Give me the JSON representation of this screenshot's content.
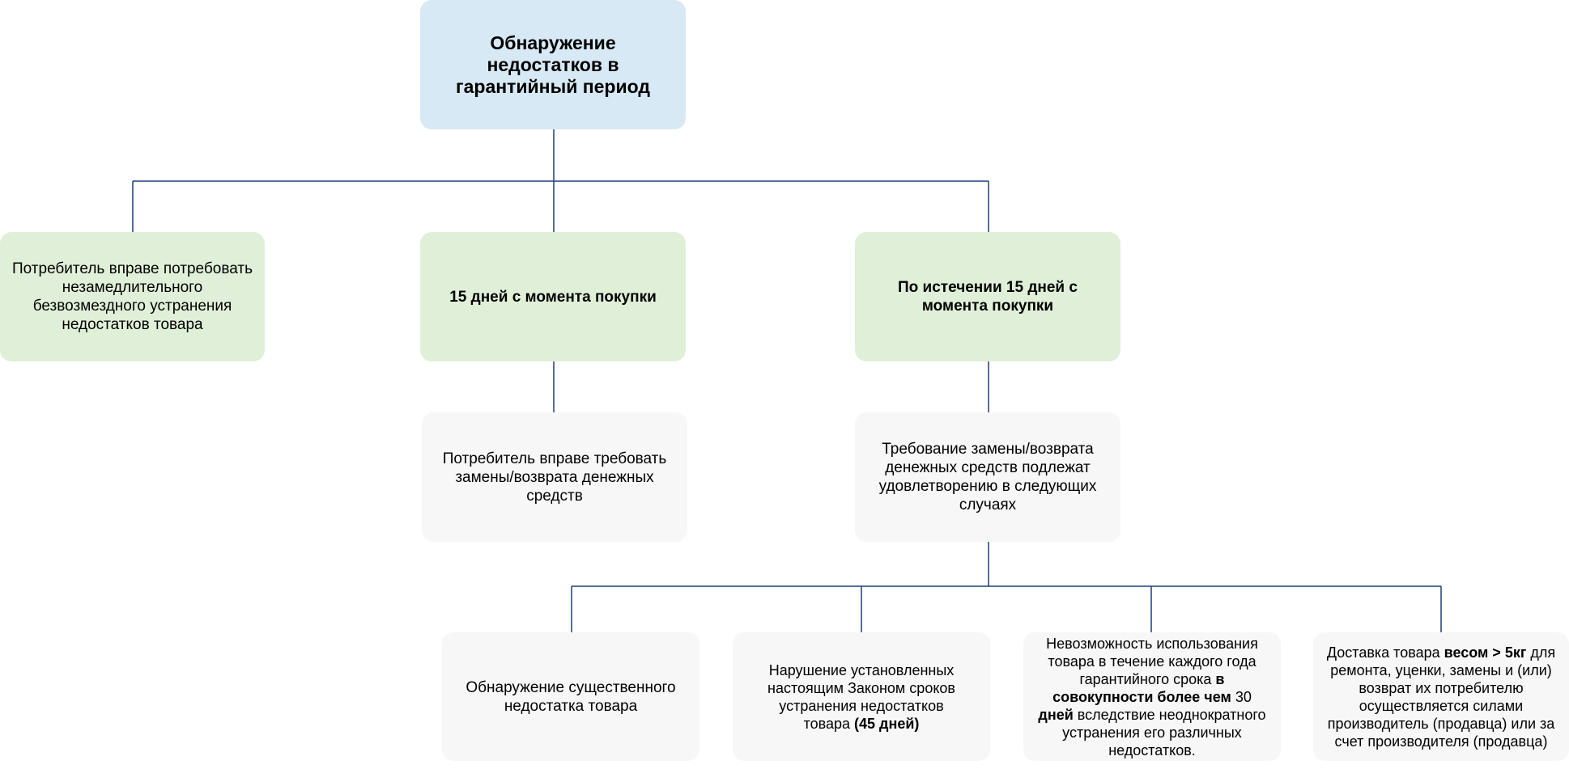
{
  "root": {
    "title": "Обнаружение недостатков в гарантийный период"
  },
  "level1": {
    "left": "Потребитель вправе потребовать незамедлительного безвозмездного устранения недостатков товара",
    "middle": "15 дней с момента покупки",
    "right": "По истечении 15 дней с момента покупки"
  },
  "level2": {
    "middle": "Потребитель вправе требовать замены/возврата денежных средств",
    "right": "Требование замены/возврата денежных средств подлежат удовлетворению в следующих случаях"
  },
  "cases": {
    "c1": "Обнаружение существенного недостатка товара",
    "c2_a": "Нарушение  установленных настоящим  Законом сроков устранения недостатков товара ",
    "c2_b": "(45 дней)",
    "c3_a": "Невозможность использования товара в течение каждого года гарантийного срока ",
    "c3_b": "в совокупности более чем",
    "c3_c": " 30 ",
    "c3_d": "дней",
    "c3_e": " вследствие неоднократного устранения его различных недостатков.",
    "c4_a": "Доставка товара ",
    "c4_b": "весом > 5кг",
    "c4_c": " для ремонта, уценки, замены и (или) возврат их потребителю осуществляется силами производитель (продавца) или за счет производителя (продавца)"
  },
  "colors": {
    "root_fill": "#d7e9f4",
    "level1_fill": "#e0f0d8",
    "level2_fill": "#f7f7f7",
    "connector": "#1f3d7a"
  }
}
